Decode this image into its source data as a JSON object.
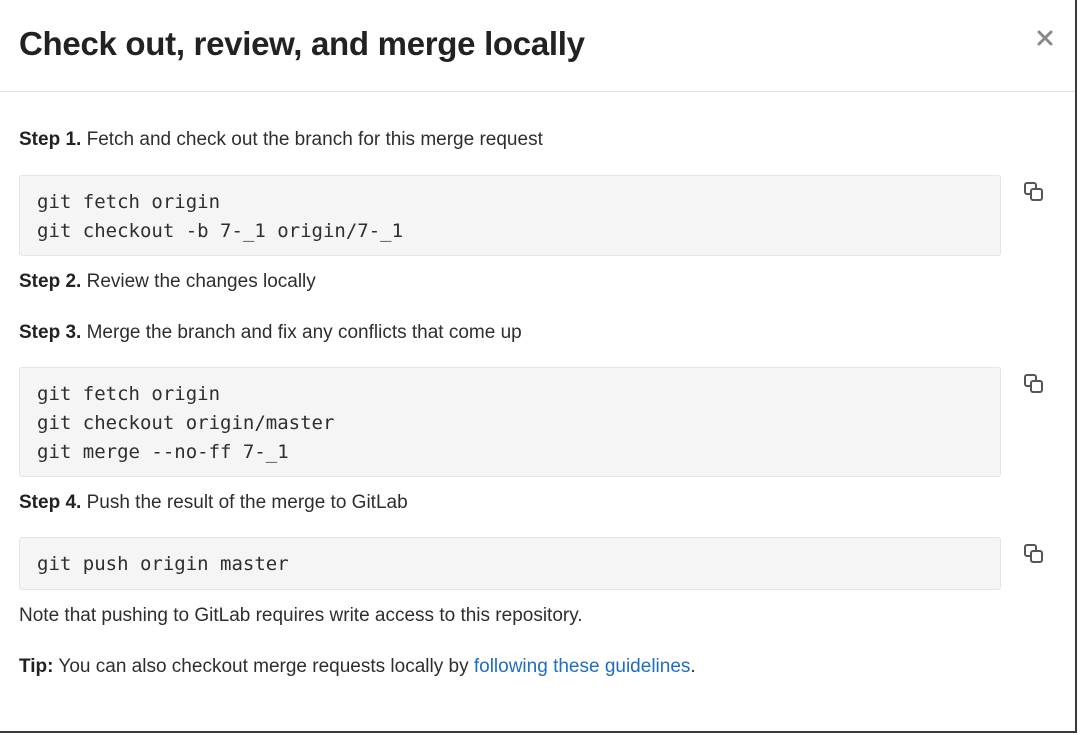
{
  "modal": {
    "title": "Check out, review, and merge locally",
    "close_icon": "close-icon"
  },
  "steps": [
    {
      "label": "Step 1.",
      "text": "Fetch and check out the branch for this merge request"
    },
    {
      "label": "Step 2.",
      "text": "Review the changes locally"
    },
    {
      "label": "Step 3.",
      "text": "Merge the branch and fix any conflicts that come up"
    },
    {
      "label": "Step 4.",
      "text": "Push the result of the merge to GitLab"
    }
  ],
  "code_blocks": [
    {
      "lines": [
        "git fetch origin",
        "git checkout -b 7-_1 origin/7-_1"
      ]
    },
    {
      "lines": [
        "git fetch origin",
        "git checkout origin/master",
        "git merge --no-ff 7-_1"
      ]
    },
    {
      "lines": [
        "git push origin master"
      ]
    }
  ],
  "copy_icon": "copy-icon",
  "note": "Note that pushing to GitLab requires write access to this repository.",
  "tip": {
    "label": "Tip:",
    "text": "You can also checkout merge requests locally by",
    "link_text": "following these guidelines",
    "suffix": "."
  },
  "colors": {
    "link": "#1f6dc2",
    "code_bg": "#f5f5f5"
  }
}
